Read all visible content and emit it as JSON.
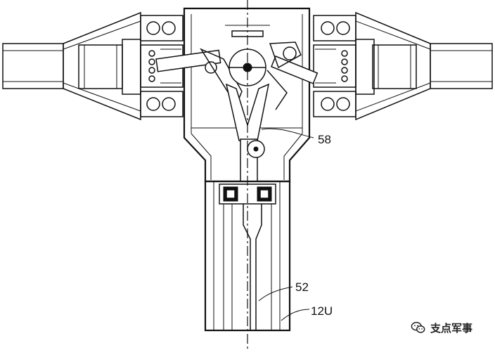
{
  "labels": {
    "part_58": "58",
    "part_52": "52",
    "part_12u": "12U"
  },
  "watermark": {
    "text": "支点军事",
    "icon": "wechat-icon"
  },
  "colors": {
    "ink": "#111111",
    "paper": "#ffffff"
  }
}
